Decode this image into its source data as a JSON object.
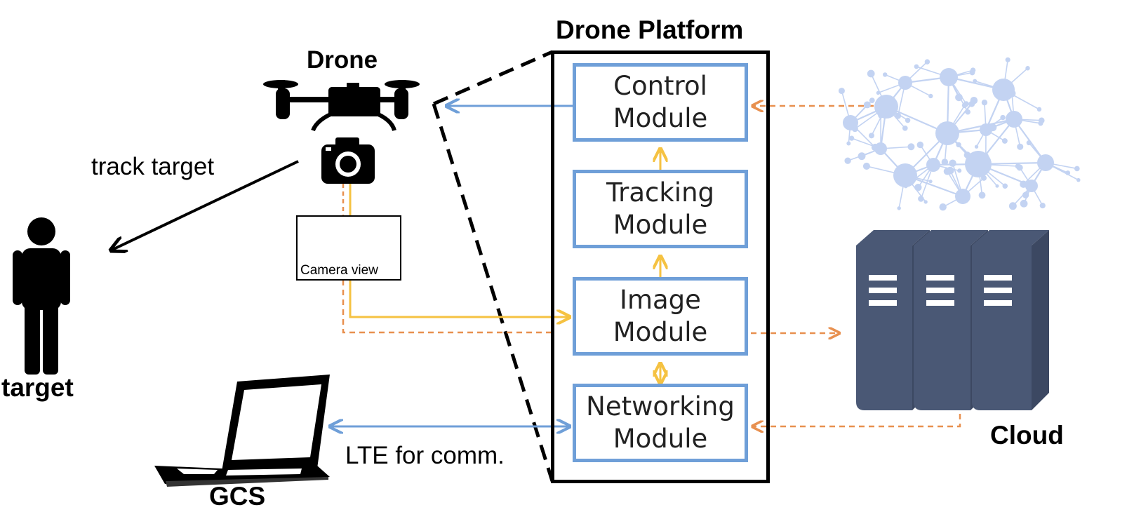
{
  "platform": {
    "title": "Drone Platform",
    "modules": [
      {
        "id": "control",
        "label": "Control\nModule"
      },
      {
        "id": "tracking",
        "label": "Tracking\nModule"
      },
      {
        "id": "image",
        "label": "Image\nModule"
      },
      {
        "id": "networking",
        "label": "Networking\nModule"
      }
    ]
  },
  "labels": {
    "drone": "Drone",
    "track_target": "track target",
    "target": "target",
    "camera_view": "Camera view",
    "gcs": "GCS",
    "lte": "LTE for comm.",
    "cloud": "Cloud"
  },
  "icons": [
    "drone-icon",
    "camera-icon",
    "person-icon",
    "laptop-icon",
    "server-rack-icon",
    "network-cloud-icon"
  ],
  "colors": {
    "module_border": "#6f9fd8",
    "blue_arrow": "#6f9fd8",
    "orange_dashed": "#e8904f",
    "yellow_arrow": "#f5c242",
    "server": "#4a5875",
    "network": "#c3d3f2"
  }
}
